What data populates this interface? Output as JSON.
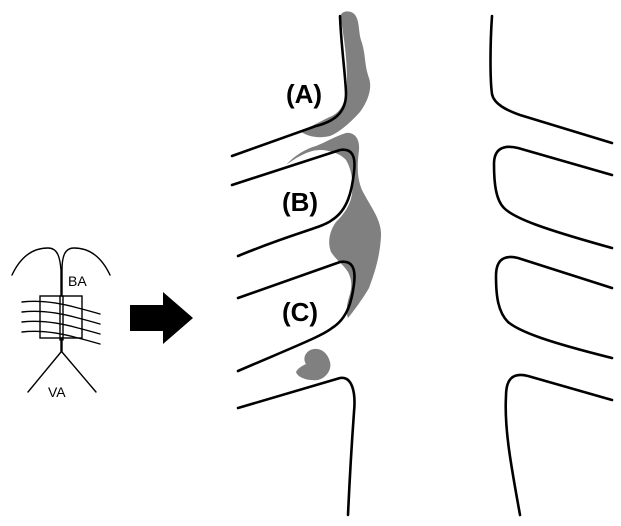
{
  "colors": {
    "background": "#ffffff",
    "outline": "#000000",
    "lesion": "#808080"
  },
  "schematic": {
    "dorsal_label": "BA",
    "ventral_label": "VA"
  },
  "labels": {
    "a": "(A)",
    "b": "(B)",
    "c": "(C)"
  },
  "icons": {
    "arrow": "right-arrow-icon"
  }
}
